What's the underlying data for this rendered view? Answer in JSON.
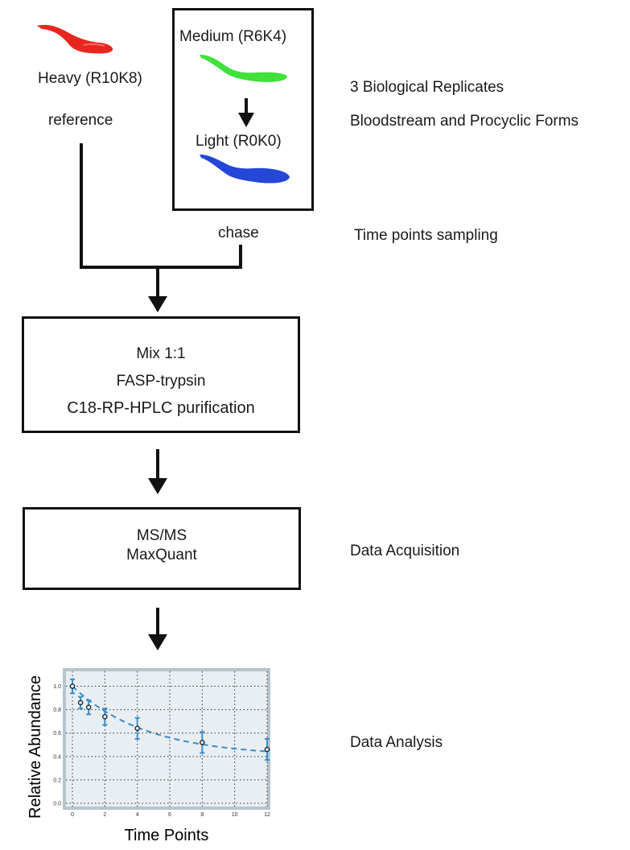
{
  "left_sample": {
    "label": "Heavy (R10K8)",
    "role": "reference",
    "color": "#e8261f"
  },
  "pulse_box": {
    "medium_label": "Medium (R6K4)",
    "medium_color": "#3fe13a",
    "light_label": "Light (R0K0)",
    "light_color": "#2447d8"
  },
  "chase_label": "chase",
  "process_box": {
    "line1": "Mix 1:1",
    "line2": "FASP-trypsin",
    "line3": "C18-RP-HPLC purification"
  },
  "ms_box": {
    "line1": "MS/MS",
    "line2": "MaxQuant"
  },
  "side_notes": {
    "replicates": "3 Biological Replicates",
    "forms": "Bloodstream and Procyclic Forms",
    "sampling": "Time points sampling",
    "acquisition": "Data Acquisition",
    "analysis": "Data Analysis"
  },
  "chart_data": {
    "type": "line",
    "xlabel": "Time Points",
    "ylabel": "Relative Abundance",
    "xlim": [
      0,
      12
    ],
    "ylim": [
      0.0,
      1.1
    ],
    "xticks": [
      0,
      2,
      4,
      6,
      8,
      10,
      12
    ],
    "yticks": [
      0.0,
      0.2,
      0.4,
      0.6,
      0.8,
      1.0
    ],
    "ytick_labels": [
      "0.0",
      "0.2",
      "0.4",
      "0.6",
      "0.8",
      "1.0"
    ],
    "grid": true,
    "points": [
      {
        "x": 0,
        "y": 1.0,
        "err": 0.06
      },
      {
        "x": 0.5,
        "y": 0.86,
        "err": 0.05
      },
      {
        "x": 1,
        "y": 0.82,
        "err": 0.06
      },
      {
        "x": 2,
        "y": 0.74,
        "err": 0.07
      },
      {
        "x": 4,
        "y": 0.64,
        "err": 0.09
      },
      {
        "x": 8,
        "y": 0.52,
        "err": 0.09
      },
      {
        "x": 12,
        "y": 0.46,
        "err": 0.09
      }
    ],
    "fit": {
      "a": 0.6,
      "k": 0.22,
      "c": 0.4
    },
    "colors": {
      "background": "#e8eef2",
      "frame": "#b7c4cc",
      "grid": "#333333",
      "series": "#3b8ec7",
      "marker": "#1c2b3a"
    }
  }
}
